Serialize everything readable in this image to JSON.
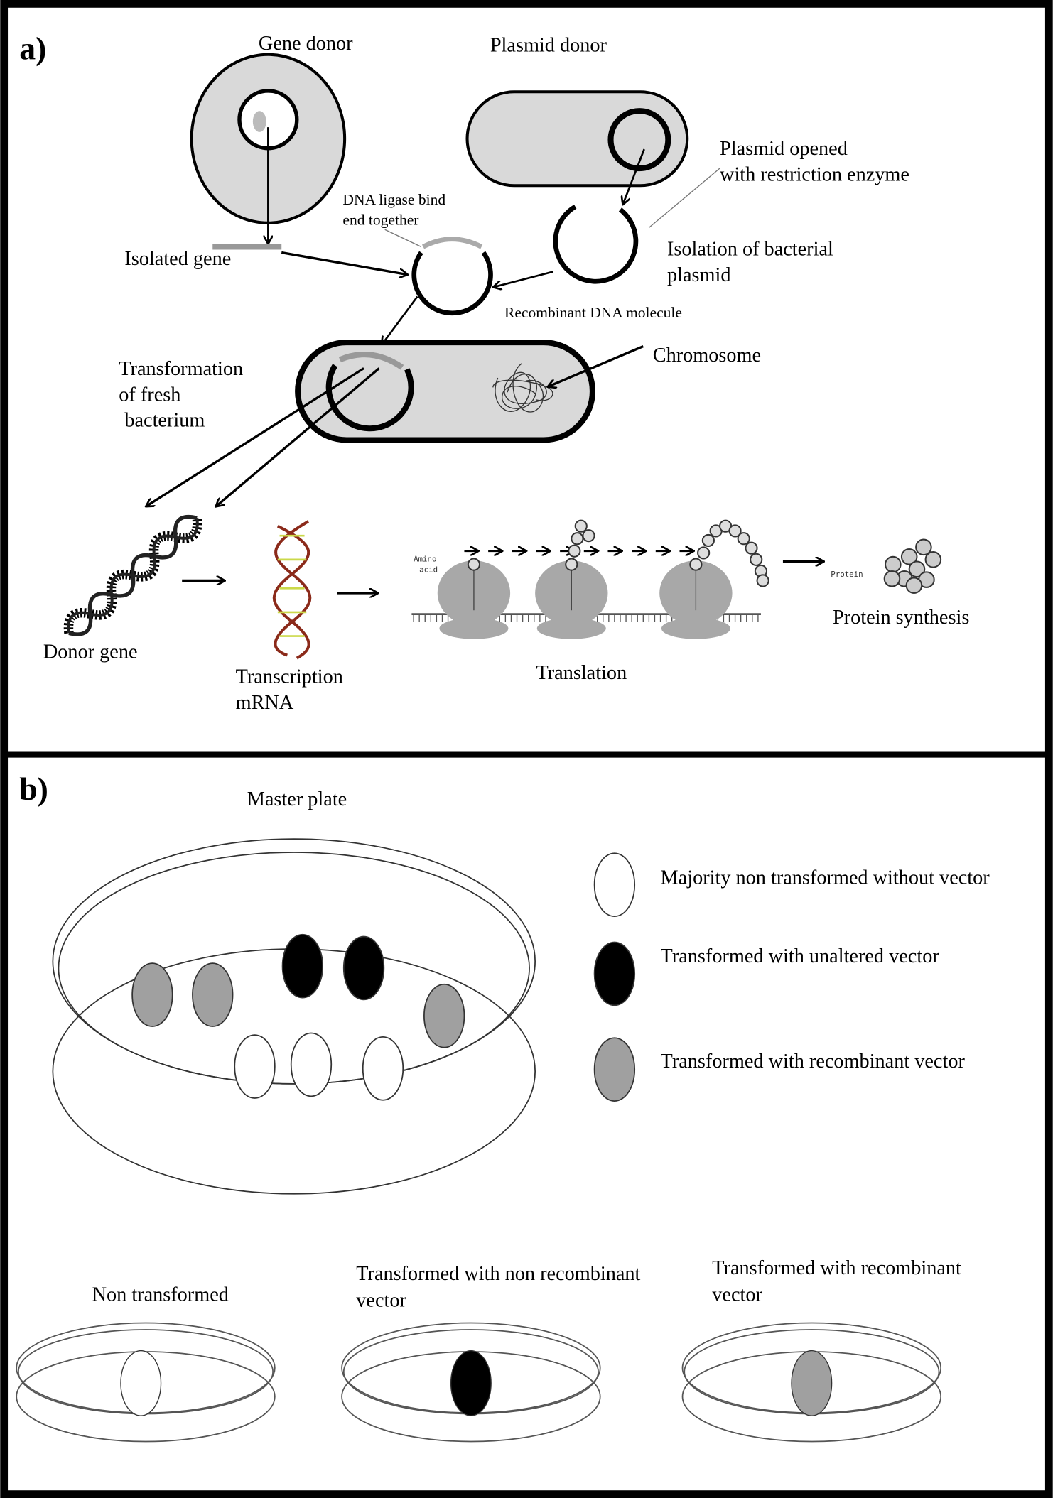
{
  "panel_a": {
    "label": "a)",
    "gene_donor": "Gene donor",
    "plasmid_donor": "Plasmid donor",
    "plasmid_opened": [
      "Plasmid opened",
      "with restriction enzyme"
    ],
    "isolation": [
      "Isolation of bacterial",
      "plasmid"
    ],
    "isolated_gene": "Isolated gene",
    "dna_ligase": [
      "DNA ligase bind",
      "end together"
    ],
    "recombinant_dna": "Recombinant DNA molecule",
    "transformation": [
      "Transformation",
      "of fresh",
      "bacterium"
    ],
    "chromosome": "Chromosome",
    "donor_gene": "Donor gene",
    "transcription": [
      "Transcription",
      "mRNA"
    ],
    "translation": "Translation",
    "amino_acid": [
      "Amino",
      "acid"
    ],
    "protein_small": "Protein",
    "protein_synthesis": "Protein synthesis"
  },
  "panel_b": {
    "label": "b)",
    "master_plate": "Master plate",
    "legend": [
      {
        "label": "Majority non transformed without vector",
        "color": "#ffffff"
      },
      {
        "label": "Transformed with unaltered vector",
        "color": "#000000"
      },
      {
        "label": "Transformed with recombinant vector",
        "color": "#a0a0a0"
      }
    ],
    "plates": [
      {
        "label": [
          "Non transformed",
          ""
        ],
        "color": "#ffffff"
      },
      {
        "label": [
          "Transformed with non recombinant",
          "vector"
        ],
        "color": "#000000"
      },
      {
        "label": [
          "Transformed with recombinant",
          "vector"
        ],
        "color": "#a0a0a0"
      }
    ]
  },
  "colors": {
    "cell_fill": "#d9d9d9",
    "ribosome": "#a8a8a8",
    "mrna": "#8b2a1a"
  }
}
